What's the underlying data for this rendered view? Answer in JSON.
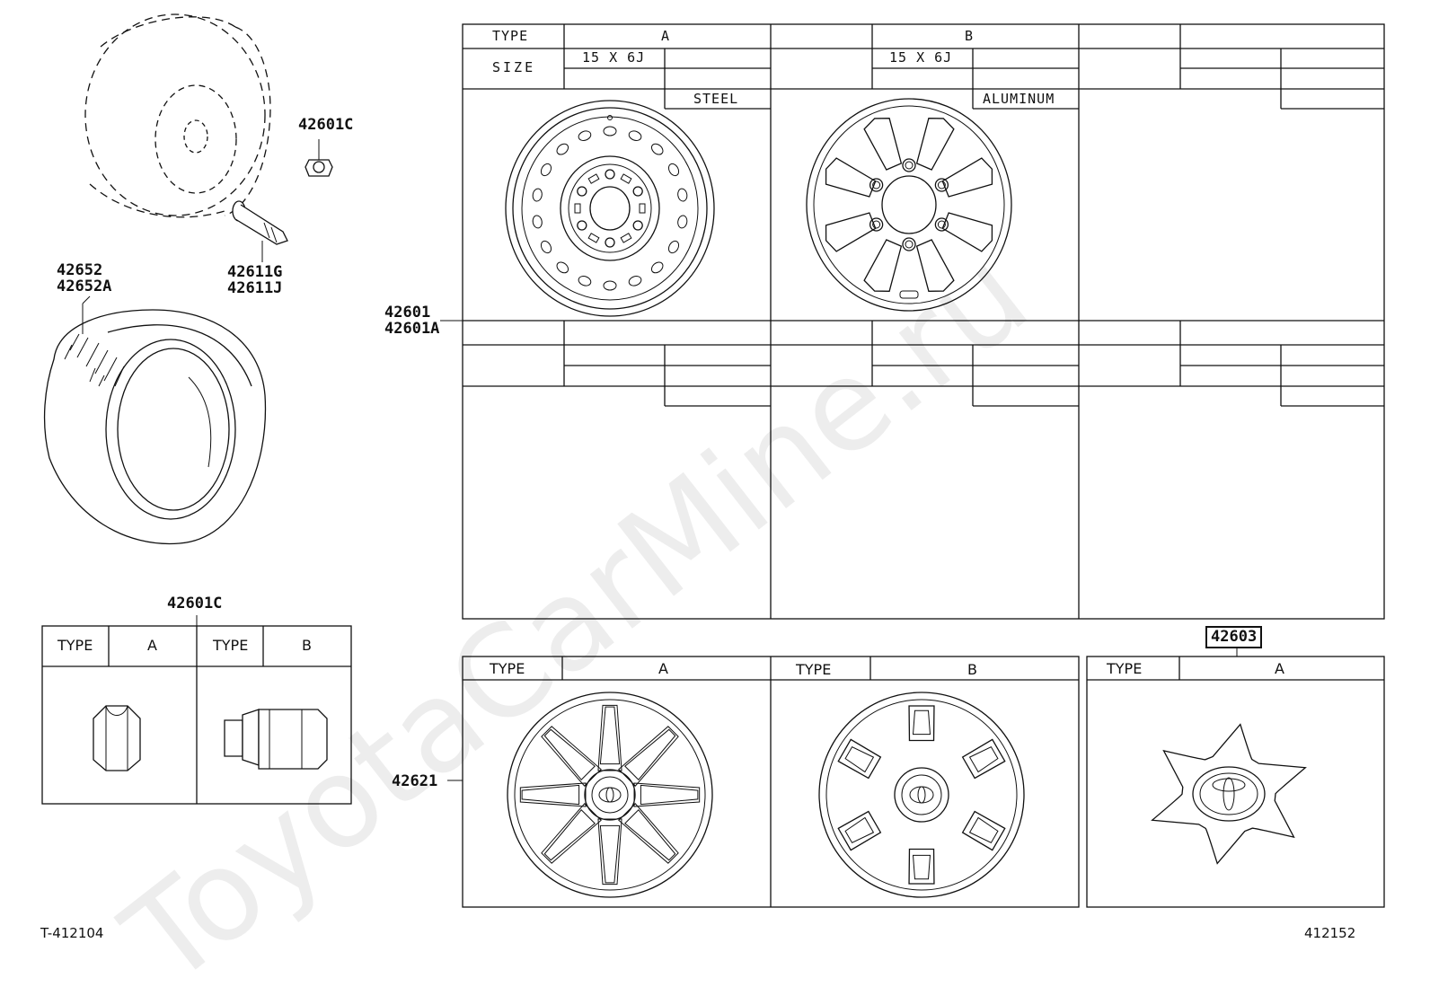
{
  "watermark": "ToyotaCarMine.ru",
  "callouts": {
    "nut_top": "42601C",
    "valve_1": "42611G",
    "valve_2": "42611J",
    "tire_1": "42652",
    "tire_2": "42652A",
    "wheel_1": "42601",
    "wheel_2": "42601A",
    "nut_table": "42601C",
    "wheel_cover": "42621",
    "center_cap": "42603"
  },
  "wheel_table": {
    "type_header": "TYPE",
    "size_header": "SIZE",
    "type_a": "A",
    "type_b": "B",
    "size_a": "15 X 6J",
    "size_b": "15 X 6J",
    "material_a": "STEEL",
    "material_b": "ALUMINUM"
  },
  "nut_table": {
    "type_header_a": "TYPE",
    "value_a": "A",
    "type_header_b": "TYPE",
    "value_b": "B"
  },
  "cover_table": {
    "type_header_a": "TYPE",
    "value_a": "A",
    "type_header_b": "TYPE",
    "value_b": "B"
  },
  "cap_table": {
    "type_header": "TYPE",
    "value": "A"
  },
  "footer": {
    "left": "T-412104",
    "right": "412152"
  }
}
